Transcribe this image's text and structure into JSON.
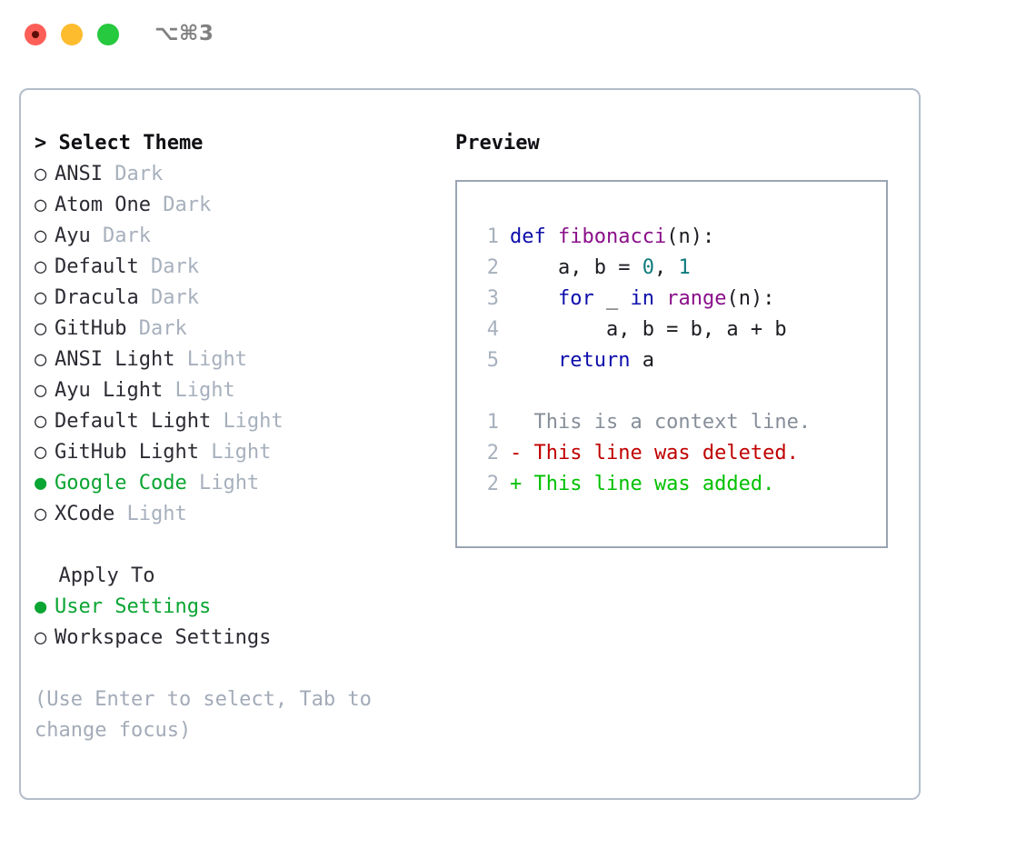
{
  "titlebar": {
    "shortcut": "⌥⌘3",
    "dots": [
      {
        "name": "close",
        "color": "#fc5f57"
      },
      {
        "name": "minimize",
        "color": "#fdbc2e"
      },
      {
        "name": "maximize",
        "color": "#27c93f"
      }
    ]
  },
  "theme_panel": {
    "header": "> Select Theme",
    "bullet_unselected": "○",
    "bullet_selected": "●",
    "items": [
      {
        "name": "ANSI",
        "variant": "Dark",
        "selected": false
      },
      {
        "name": "Atom One",
        "variant": "Dark",
        "selected": false
      },
      {
        "name": "Ayu",
        "variant": "Dark",
        "selected": false
      },
      {
        "name": "Default",
        "variant": "Dark",
        "selected": false
      },
      {
        "name": "Dracula",
        "variant": "Dark",
        "selected": false
      },
      {
        "name": "GitHub",
        "variant": "Dark",
        "selected": false
      },
      {
        "name": "ANSI Light",
        "variant": "Light",
        "selected": false
      },
      {
        "name": "Ayu Light",
        "variant": "Light",
        "selected": false
      },
      {
        "name": "Default Light",
        "variant": "Light",
        "selected": false
      },
      {
        "name": "GitHub Light",
        "variant": "Light",
        "selected": false
      },
      {
        "name": "Google Code",
        "variant": "Light",
        "selected": true
      },
      {
        "name": "XCode",
        "variant": "Light",
        "selected": false
      }
    ]
  },
  "apply_to": {
    "header": "  Apply To",
    "options": [
      {
        "name": "User Settings",
        "selected": true
      },
      {
        "name": "Workspace Settings",
        "selected": false
      }
    ]
  },
  "hint": "(Use Enter to select, Tab to\nchange focus)",
  "preview": {
    "title": "Preview",
    "code_lines": [
      {
        "n": "1",
        "tokens": [
          {
            "t": "def ",
            "c": "kw"
          },
          {
            "t": "fibonacci",
            "c": "fn"
          },
          {
            "t": "(n):",
            "c": "plain"
          }
        ]
      },
      {
        "n": "2",
        "tokens": [
          {
            "t": "    a, b = ",
            "c": "plain"
          },
          {
            "t": "0",
            "c": "num"
          },
          {
            "t": ", ",
            "c": "plain"
          },
          {
            "t": "1",
            "c": "num"
          }
        ]
      },
      {
        "n": "3",
        "tokens": [
          {
            "t": "    ",
            "c": "plain"
          },
          {
            "t": "for",
            "c": "kw"
          },
          {
            "t": " _ ",
            "c": "plain"
          },
          {
            "t": "in",
            "c": "kw"
          },
          {
            "t": " ",
            "c": "plain"
          },
          {
            "t": "range",
            "c": "fn"
          },
          {
            "t": "(n):",
            "c": "plain"
          }
        ]
      },
      {
        "n": "4",
        "tokens": [
          {
            "t": "        a, b = b, a + b",
            "c": "plain"
          }
        ]
      },
      {
        "n": "5",
        "tokens": [
          {
            "t": "    ",
            "c": "plain"
          },
          {
            "t": "return",
            "c": "kw"
          },
          {
            "t": " a",
            "c": "plain"
          }
        ]
      }
    ],
    "diff_lines": [
      {
        "n": "1",
        "marker": "  ",
        "text": "This is a context line.",
        "kind": "diff-ctx"
      },
      {
        "n": "2",
        "marker": "- ",
        "text": "This line was deleted.",
        "kind": "diff-del"
      },
      {
        "n": "2",
        "marker": "+ ",
        "text": "This line was added.",
        "kind": "diff-add"
      }
    ]
  },
  "colors": {
    "accent_green": "#0aa532",
    "keyword_blue": "#0d0dac",
    "function_purple": "#8a0f8a",
    "number_teal": "#0f7b7b",
    "muted_gray": "#a7b0bd",
    "diff_added": "#00c000",
    "diff_deleted": "#c00000",
    "panel_border": "#b3bdc9",
    "preview_border": "#9aa5b2"
  }
}
